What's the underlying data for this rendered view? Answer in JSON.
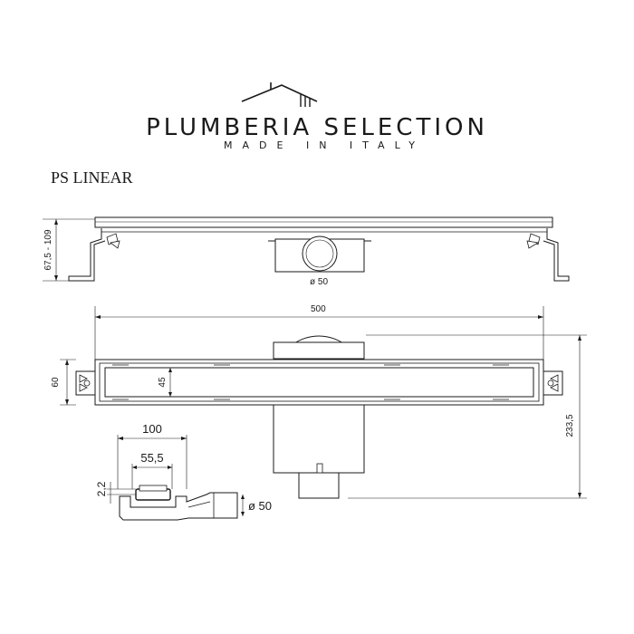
{
  "brand": {
    "name": "PLUMBERIA SELECTION",
    "tagline": "MADE IN ITALY"
  },
  "product_name": "PS LINEAR",
  "dimensions": {
    "height_range": "67,5 - 109",
    "outlet_side": "ø 50",
    "length": "500",
    "width": "60",
    "inner_width": "45",
    "total_depth": "233,5",
    "profile_width": "100",
    "grate_width": "55,5",
    "rim": "2,2",
    "outlet_profile": "ø 50"
  }
}
